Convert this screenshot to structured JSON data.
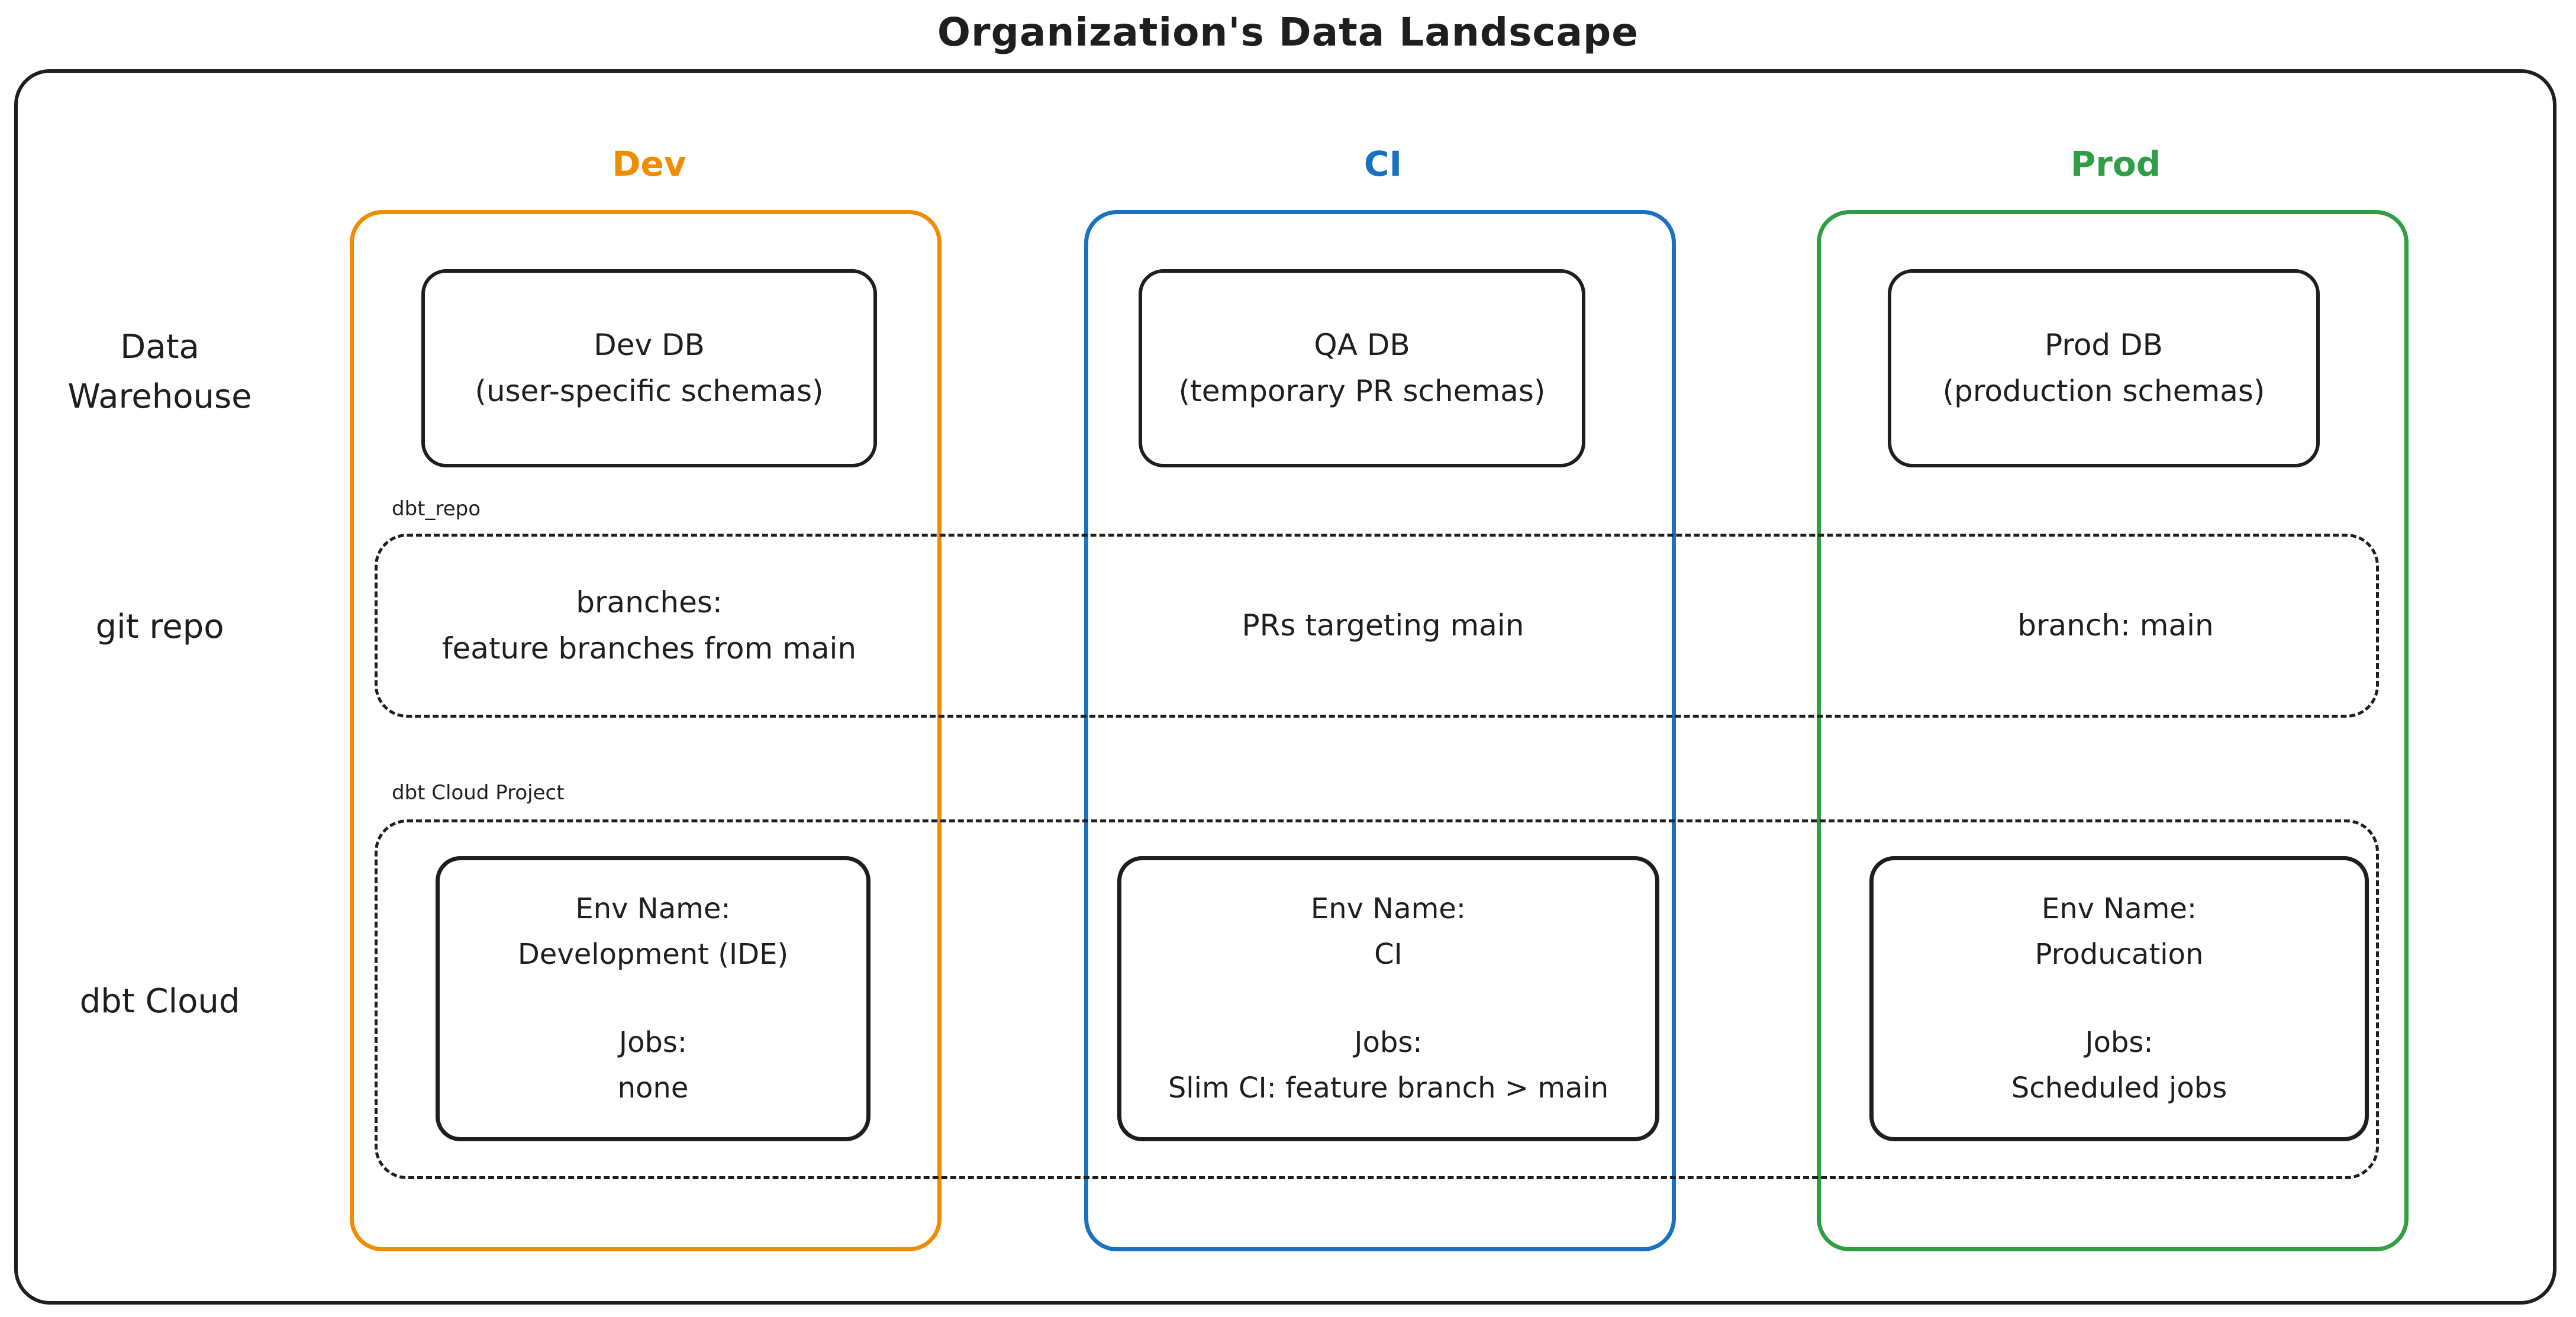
{
  "title": "Organization's Data Landscape",
  "row_labels": {
    "warehouse_line1": "Data",
    "warehouse_line2": "Warehouse",
    "git": "git repo",
    "dbt": "dbt Cloud"
  },
  "regions": {
    "git_label": "dbt_repo",
    "dbt_label": "dbt Cloud Project"
  },
  "colors": {
    "dev_accent": "#f08c00",
    "ci_accent": "#1971c2",
    "prod_accent": "#2f9e44",
    "stroke": "#1e1e1e"
  },
  "columns": [
    {
      "label": "Dev",
      "db_name": "Dev DB",
      "db_detail": "(user-specific schemas)",
      "git_line1": "branches:",
      "git_line2": "feature branches from main",
      "env_label": "Env Name:",
      "env_value": "Development (IDE)",
      "jobs_label": "Jobs:",
      "jobs_value": "none"
    },
    {
      "label": "CI",
      "db_name": "QA DB",
      "db_detail": "(temporary PR schemas)",
      "git_line1": "PRs targeting main",
      "git_line2": "",
      "env_label": "Env Name:",
      "env_value": "CI",
      "jobs_label": "Jobs:",
      "jobs_value": "Slim CI: feature branch > main"
    },
    {
      "label": "Prod",
      "db_name": "Prod DB",
      "db_detail": "(production schemas)",
      "git_line1": "branch: main",
      "git_line2": "",
      "env_label": "Env Name:",
      "env_value": "Producation",
      "jobs_label": "Jobs:",
      "jobs_value": "Scheduled jobs"
    }
  ]
}
